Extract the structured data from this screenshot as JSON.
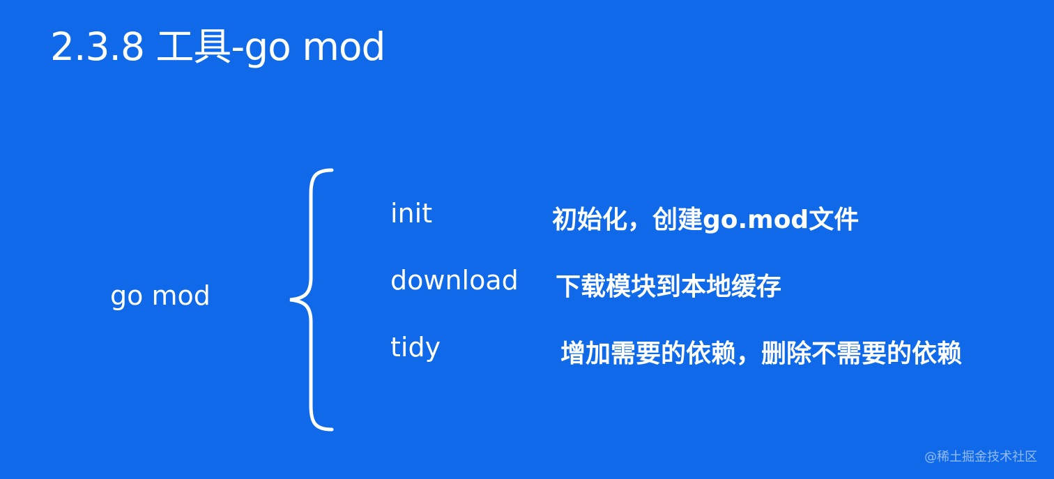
{
  "title": "2.3.8 工具-go mod",
  "left_label": "go mod",
  "commands": [
    {
      "name": "init",
      "description": "初始化，创建go.mod文件"
    },
    {
      "name": "download",
      "description": "下载模块到本地缓存"
    },
    {
      "name": "tidy",
      "description": "增加需要的依赖，删除不需要的依赖"
    }
  ],
  "watermark": "@稀土掘金技术社区",
  "colors": {
    "background": "#0f69e8",
    "text": "#ffffff"
  }
}
